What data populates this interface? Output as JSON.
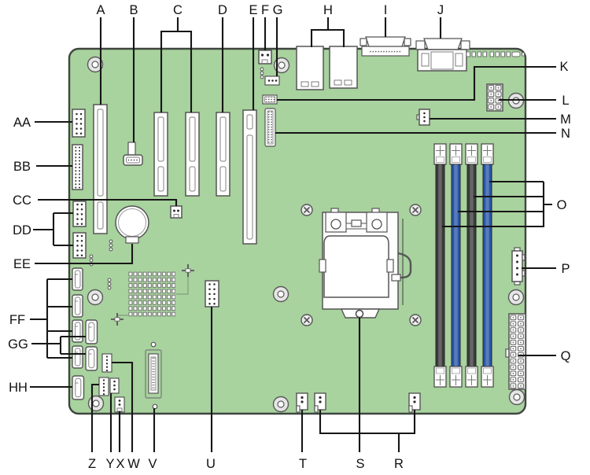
{
  "colors": {
    "background": "#ffffff",
    "board_fill": "#a8d29e",
    "board_border": "#3f463f",
    "connector_fill": "#ffffff",
    "connector_border": "#555555",
    "slot_inner_border": "#808080",
    "dimm_black": "#3c3c3c",
    "dimm_blue": "#2a56a8",
    "leader": "#161616",
    "label": "#111111",
    "pin_dot": "#2e2e2e"
  },
  "labels": {
    "A": "A",
    "B": "B",
    "C": "C",
    "D": "D",
    "E": "E",
    "F": "F",
    "G": "G",
    "H": "H",
    "I": "I",
    "J": "J",
    "K": "K",
    "L": "L",
    "M": "M",
    "N": "N",
    "O": "O",
    "P": "P",
    "Q": "Q",
    "R": "R",
    "S": "S",
    "T": "T",
    "U": "U",
    "V": "V",
    "W": "W",
    "X": "X",
    "Y": "Y",
    "Z": "Z",
    "AA": "AA",
    "BB": "BB",
    "CC": "CC",
    "DD": "DD",
    "EE": "EE",
    "FF": "FF",
    "GG": "GG",
    "HH": "HH"
  }
}
